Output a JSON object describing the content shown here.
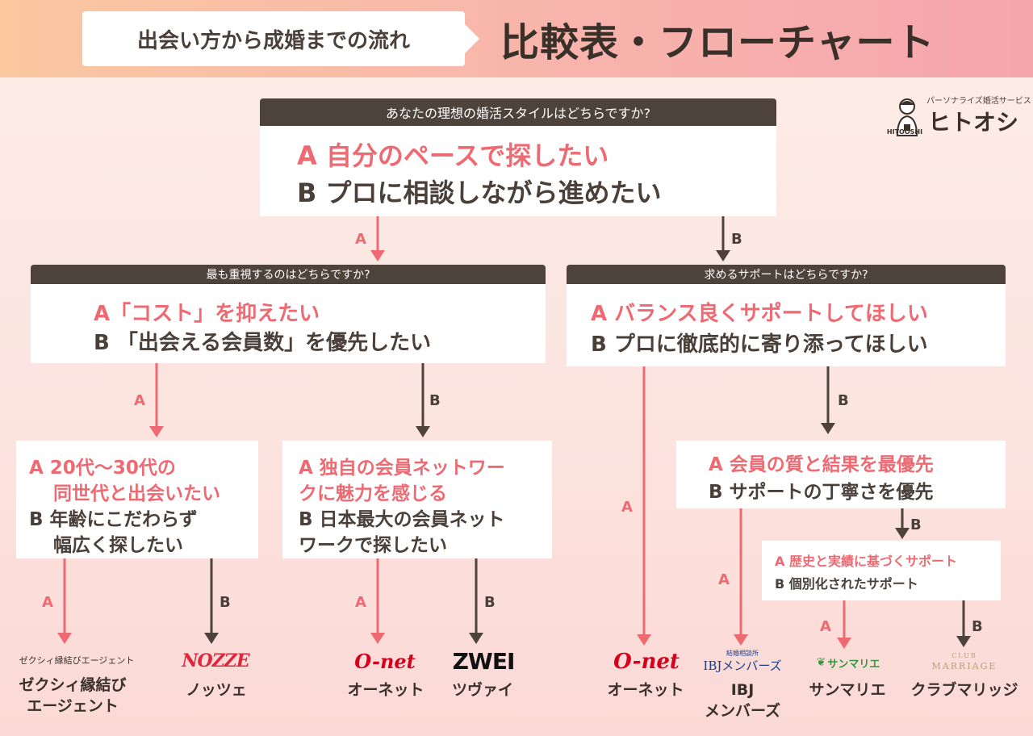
{
  "header": {
    "subtitle": "出会い方から成婚までの流れ",
    "title": "比較表・フローチャート"
  },
  "brand": {
    "tagline": "パーソナライズ婚活サービス",
    "name": "ヒトオシ",
    "figure_text": "HITOOSHI"
  },
  "q1": {
    "head": "あなたの理想の婚活スタイルはどちらですか?",
    "a": "A 自分のペースで探したい",
    "b": "B プロに相談しながら進めたい"
  },
  "q2": {
    "head": "最も重視するのはどちらですか?",
    "a": "A「コスト」を抑えたい",
    "b": "B 「出会える会員数」を優先したい"
  },
  "q3": {
    "head": "求めるサポートはどちらですか?",
    "a": "A バランス良くサポートしてほしい",
    "b": "B プロに徹底的に寄り添ってほしい"
  },
  "q4": {
    "a1": "A 20代〜30代の",
    "a2": "同世代と出会いたい",
    "b1": "B 年齢にこだわらず",
    "b2": "幅広く探したい"
  },
  "q5": {
    "a1": "A 独自の会員ネットワー",
    "a2": "クに魅力を感じる",
    "b1": "B 日本最大の会員ネット",
    "b2": "ワークで探したい"
  },
  "q6": {
    "a": "A 会員の質と結果を最優先",
    "b": "B サポートの丁寧さを優先"
  },
  "q7": {
    "a": "A 歴史と実績に基づくサポート",
    "b": "B 個別化されたサポート"
  },
  "labels": {
    "a": "A",
    "b": "B"
  },
  "results": [
    {
      "logo": "ゼクシィ縁結びエージェント",
      "name1": "ゼクシィ縁結び",
      "name2": "エージェント"
    },
    {
      "logo": "NOZZE",
      "name1": "ノッツェ",
      "name2": ""
    },
    {
      "logo": "O-net",
      "name1": "オーネット",
      "name2": ""
    },
    {
      "logo": "ZWEI",
      "name1": "ツヴァイ",
      "name2": ""
    },
    {
      "logo": "O-net",
      "name1": "オーネット",
      "name2": ""
    },
    {
      "logo_top": "結婚相談所",
      "logo": "IBJメンバーズ",
      "name1": "IBJ",
      "name2": "メンバーズ"
    },
    {
      "logo": "サンマリエ",
      "name1": "サンマリエ",
      "name2": ""
    },
    {
      "logo_top": "CLUB",
      "logo": "MARRIAGE",
      "name1": "クラブマリッジ",
      "name2": ""
    }
  ],
  "colors": {
    "pink": "#ee6a72",
    "dark": "#4e433b"
  }
}
